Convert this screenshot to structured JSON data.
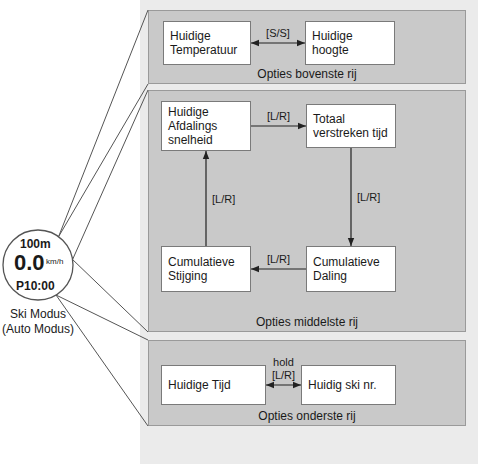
{
  "diagram": {
    "nodes": [
      {
        "text": [
          "100m",
          "0.0",
          "km/h",
          "P10:00",
          "Ski Modus (Auto Modus)"
        ]
      },
      {
        "text": [
          "Opties bovenste rij"
        ]
      },
      {
        "text": [
          "Huidige Temperatuur"
        ],
        "in": 1
      },
      {
        "text": [
          "Huidige hoogte"
        ],
        "in": 1
      },
      {
        "text": [
          "Opties middelste rij"
        ]
      },
      {
        "text": [
          "Huidige Afdalings snelheid"
        ],
        "in": 4
      },
      {
        "text": [
          "Totaal verstreken tijd"
        ],
        "in": 4
      },
      {
        "text": [
          "Cumulatieve Stijging"
        ],
        "in": 4
      },
      {
        "text": [
          "Cumulatieve Daling"
        ],
        "in": 4
      },
      {
        "text": [
          "Opties onderste rij"
        ]
      },
      {
        "text": [
          "Huidige Tijd"
        ],
        "in": 9
      },
      {
        "text": [
          "Huidig ski nr."
        ],
        "in": 9
      }
    ],
    "edges": [
      {
        "from": 0,
        "to": 1,
        "arrow": "none"
      },
      {
        "from": 0,
        "to": 4,
        "arrow": "none"
      },
      {
        "from": 0,
        "to": 9,
        "arrow": "none"
      },
      {
        "from": 2,
        "to": 3,
        "label": "[S/S]",
        "arrow": "both"
      },
      {
        "from": 5,
        "to": 6,
        "label": "[L/R]",
        "arrow": "to"
      },
      {
        "from": 6,
        "to": 8,
        "label": "[L/R]",
        "arrow": "to"
      },
      {
        "from": 8,
        "to": 7,
        "label": "[L/R]",
        "arrow": "to"
      },
      {
        "from": 7,
        "to": 5,
        "label": "[L/R]",
        "arrow": "to"
      },
      {
        "from": 10,
        "to": 11,
        "label": "hold [L/R]",
        "arrow": "both"
      }
    ]
  }
}
